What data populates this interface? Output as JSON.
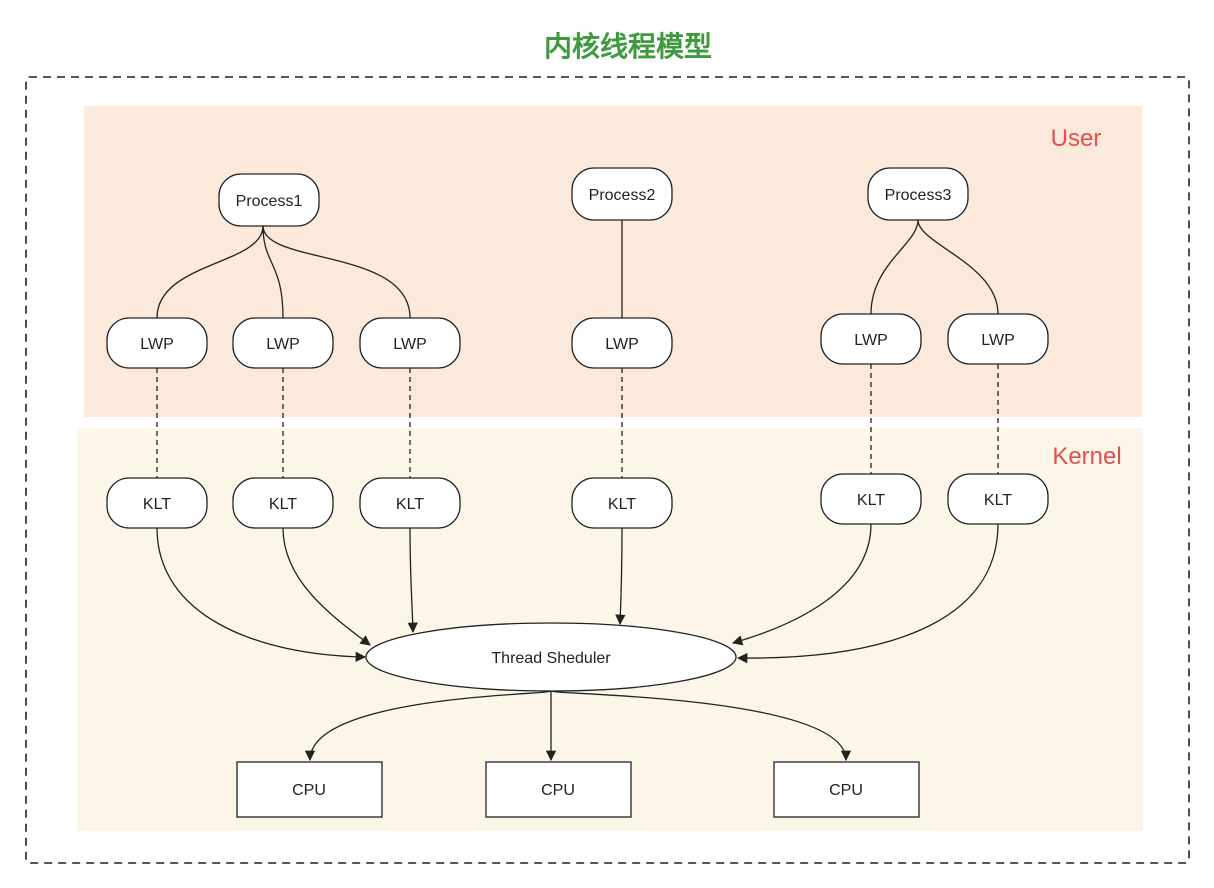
{
  "title": "内核线程模型",
  "colors": {
    "title": "#3f9a3f",
    "zone_label": "#e0504d",
    "user_zone_fill": "#fbe9dc",
    "kernel_zone_fill": "#fbf6e8",
    "stroke": "#222222",
    "node_fill": "#ffffff"
  },
  "zones": {
    "user": "User",
    "kernel": "Kernel"
  },
  "processes": [
    {
      "id": "p1",
      "label": "Process1"
    },
    {
      "id": "p2",
      "label": "Process2"
    },
    {
      "id": "p3",
      "label": "Process3"
    }
  ],
  "lwps": [
    {
      "id": "lwp1",
      "label": "LWP",
      "process": "p1"
    },
    {
      "id": "lwp2",
      "label": "LWP",
      "process": "p1"
    },
    {
      "id": "lwp3",
      "label": "LWP",
      "process": "p1"
    },
    {
      "id": "lwp4",
      "label": "LWP",
      "process": "p2"
    },
    {
      "id": "lwp5",
      "label": "LWP",
      "process": "p3"
    },
    {
      "id": "lwp6",
      "label": "LWP",
      "process": "p3"
    }
  ],
  "klts": [
    {
      "id": "klt1",
      "label": "KLT",
      "lwp": "lwp1"
    },
    {
      "id": "klt2",
      "label": "KLT",
      "lwp": "lwp2"
    },
    {
      "id": "klt3",
      "label": "KLT",
      "lwp": "lwp3"
    },
    {
      "id": "klt4",
      "label": "KLT",
      "lwp": "lwp4"
    },
    {
      "id": "klt5",
      "label": "KLT",
      "lwp": "lwp5"
    },
    {
      "id": "klt6",
      "label": "KLT",
      "lwp": "lwp6"
    }
  ],
  "scheduler": {
    "label": "Thread Sheduler"
  },
  "cpus": [
    {
      "id": "cpu1",
      "label": "CPU"
    },
    {
      "id": "cpu2",
      "label": "CPU"
    },
    {
      "id": "cpu3",
      "label": "CPU"
    }
  ]
}
